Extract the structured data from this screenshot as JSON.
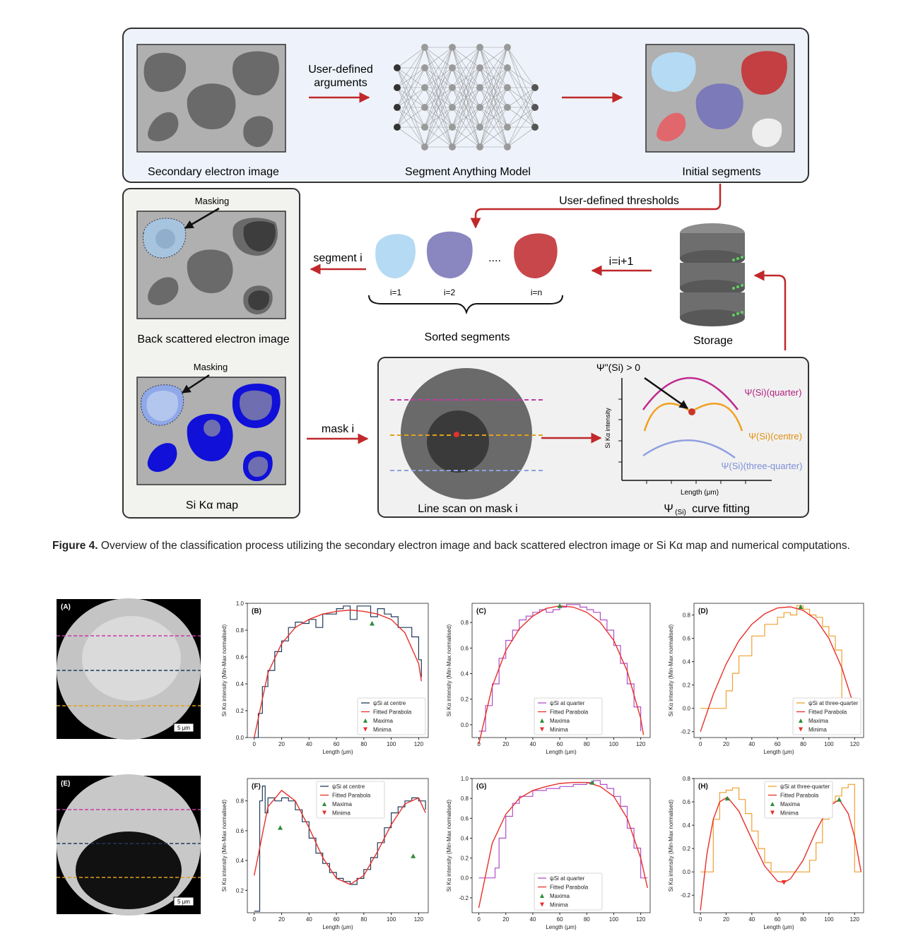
{
  "figure": {
    "boxes": {
      "se_label": "Secondary electron image",
      "sam_label": "Segment Anything Model",
      "initial_label": "Initial segments",
      "args_label_1": "User-defined",
      "args_label_2": "arguments",
      "thresholds_label": "User-defined thresholds",
      "segment_i": "segment i",
      "mask_i": "mask i",
      "iter_label": "i=i+1",
      "sorted_label": "Sorted segments",
      "storage_label": "Storage",
      "masking_1": "Masking",
      "masking_2": "Masking",
      "bse_label": "Back scattered electron image",
      "sika_label": "Si Kα map",
      "seg_idx": [
        "i=1",
        "i=2",
        "i=n"
      ],
      "dots": "....",
      "linescan_label": "Line scan on mask i",
      "curvefit_label": "curve fitting",
      "psi": "Ψ",
      "psi_sub": "(Si)",
      "psi_cond": "Ψ\"(Si) > 0",
      "psi_quarter": "Ψ(Si)(quarter)",
      "psi_centre": "Ψ(Si)(centre)",
      "psi_three": "Ψ(Si)(three-quarter)",
      "si_int": "Si Kα intensity",
      "length": "Length (μm)"
    },
    "caption_bold": "Figure 4.",
    "caption_text": " Overview of the classification process utilizing the secondary electron image and back scattered electron image or Si Kα map and numerical computations."
  },
  "plots": {
    "ylabel": "Si Kα intensity (Min-Max normalised)",
    "xlabel": "Length (μm)",
    "scale_bar": "5 μm",
    "xticks": [
      0,
      20,
      40,
      60,
      80,
      100,
      120
    ],
    "image_labels": [
      "(A)",
      "(E)"
    ],
    "legend_common": [
      "Fitted Parabola",
      "Maxima",
      "Minima"
    ],
    "colors": {
      "centre": "#1f3b5a",
      "quarter": "#b04fc8",
      "three": "#f0a030",
      "fit": "#e8302a",
      "max": "#2e8b3a",
      "min": "#e8302a"
    }
  },
  "chart_data": [
    {
      "type": "line",
      "panel": "(B)",
      "legend": "ψSi at centre",
      "ylim": [
        0,
        1.0
      ],
      "yticks": [
        0.0,
        0.2,
        0.4,
        0.6,
        0.8,
        1.0
      ],
      "series": [
        {
          "name": "ψSi at centre",
          "x": [
            0,
            3,
            6,
            10,
            15,
            20,
            25,
            30,
            35,
            40,
            45,
            50,
            55,
            60,
            65,
            70,
            75,
            80,
            85,
            90,
            95,
            100,
            105,
            110,
            115,
            120,
            122
          ],
          "y": [
            0.0,
            0.18,
            0.38,
            0.5,
            0.64,
            0.72,
            0.82,
            0.86,
            0.85,
            0.88,
            0.82,
            0.92,
            0.92,
            0.96,
            0.98,
            0.88,
            0.98,
            0.98,
            0.9,
            0.96,
            0.92,
            0.9,
            0.82,
            0.82,
            0.75,
            0.58,
            0.45
          ]
        },
        {
          "name": "Fitted Parabola",
          "x": [
            0,
            10,
            20,
            30,
            40,
            50,
            60,
            70,
            80,
            90,
            100,
            110,
            120,
            122
          ],
          "y": [
            0.0,
            0.48,
            0.7,
            0.82,
            0.88,
            0.92,
            0.94,
            0.95,
            0.94,
            0.92,
            0.88,
            0.78,
            0.55,
            0.42
          ]
        }
      ],
      "maxima": [
        [
          86,
          0.85
        ]
      ],
      "minima": []
    },
    {
      "type": "line",
      "panel": "(C)",
      "legend": "ψSi at quarter",
      "ylim": [
        -0.1,
        0.95
      ],
      "yticks": [
        0.0,
        0.2,
        0.4,
        0.6,
        0.8
      ],
      "series": [
        {
          "name": "ψSi at quarter",
          "x": [
            0,
            5,
            10,
            15,
            20,
            25,
            30,
            35,
            40,
            45,
            50,
            55,
            60,
            65,
            70,
            75,
            80,
            85,
            90,
            95,
            100,
            105,
            110,
            115,
            120
          ],
          "y": [
            -0.05,
            0.15,
            0.32,
            0.52,
            0.66,
            0.74,
            0.82,
            0.85,
            0.88,
            0.9,
            0.88,
            0.9,
            0.92,
            0.94,
            0.94,
            0.92,
            0.9,
            0.88,
            0.82,
            0.74,
            0.62,
            0.48,
            0.32,
            0.14,
            -0.05
          ]
        },
        {
          "name": "Fitted Parabola",
          "x": [
            0,
            10,
            20,
            30,
            40,
            50,
            60,
            70,
            80,
            90,
            100,
            110,
            120,
            122
          ],
          "y": [
            -0.15,
            0.3,
            0.58,
            0.75,
            0.85,
            0.91,
            0.93,
            0.92,
            0.88,
            0.8,
            0.66,
            0.42,
            0.05,
            -0.08
          ]
        }
      ],
      "maxima": [
        [
          60,
          0.93
        ]
      ],
      "minima": []
    },
    {
      "type": "line",
      "panel": "(D)",
      "legend": "ψSi at three-quarter",
      "ylim": [
        -0.25,
        0.9
      ],
      "yticks": [
        -0.2,
        0.0,
        0.2,
        0.4,
        0.6,
        0.8
      ],
      "series": [
        {
          "name": "ψSi at three-quarter",
          "x": [
            0,
            10,
            15,
            20,
            25,
            30,
            40,
            50,
            60,
            65,
            70,
            75,
            80,
            85,
            90,
            95,
            100,
            105,
            110,
            115,
            120
          ],
          "y": [
            0.0,
            0.0,
            0.0,
            0.15,
            0.3,
            0.45,
            0.62,
            0.72,
            0.78,
            0.82,
            0.8,
            0.88,
            0.85,
            0.8,
            0.78,
            0.7,
            0.62,
            0.5,
            0.0,
            0.0,
            0.0
          ]
        },
        {
          "name": "Fitted Parabola",
          "x": [
            0,
            10,
            20,
            30,
            40,
            50,
            60,
            70,
            80,
            90,
            100,
            110,
            120
          ],
          "y": [
            -0.2,
            0.12,
            0.38,
            0.58,
            0.72,
            0.81,
            0.86,
            0.87,
            0.84,
            0.76,
            0.6,
            0.35,
            0.0
          ]
        }
      ],
      "maxima": [
        [
          78,
          0.87
        ]
      ],
      "minima": []
    },
    {
      "type": "line",
      "panel": "(F)",
      "legend": "ψSi at centre",
      "ylim": [
        0.05,
        0.95
      ],
      "yticks": [
        0.2,
        0.4,
        0.6,
        0.8
      ],
      "series": [
        {
          "name": "ψSi at centre",
          "x": [
            0,
            2,
            4,
            6,
            8,
            10,
            15,
            20,
            25,
            30,
            35,
            40,
            45,
            50,
            55,
            60,
            65,
            70,
            75,
            80,
            85,
            90,
            95,
            100,
            105,
            110,
            115,
            120,
            125
          ],
          "y": [
            0.06,
            0.06,
            0.8,
            0.9,
            0.72,
            0.82,
            0.8,
            0.82,
            0.8,
            0.74,
            0.66,
            0.55,
            0.45,
            0.38,
            0.32,
            0.28,
            0.26,
            0.24,
            0.28,
            0.34,
            0.42,
            0.52,
            0.62,
            0.72,
            0.76,
            0.8,
            0.82,
            0.8,
            0.74
          ]
        },
        {
          "name": "Fitted Parabola",
          "x": [
            0,
            10,
            20,
            30,
            40,
            50,
            60,
            70,
            80,
            90,
            100,
            110,
            120,
            125
          ],
          "y": [
            0.3,
            0.76,
            0.87,
            0.8,
            0.62,
            0.42,
            0.28,
            0.24,
            0.3,
            0.46,
            0.64,
            0.78,
            0.82,
            0.72
          ]
        }
      ],
      "maxima": [
        [
          19,
          0.62
        ],
        [
          116,
          0.43
        ]
      ],
      "minima": []
    },
    {
      "type": "line",
      "panel": "(G)",
      "legend": "ψSi at quarter",
      "ylim": [
        -0.35,
        1.0
      ],
      "yticks": [
        -0.2,
        0.0,
        0.2,
        0.4,
        0.6,
        0.8,
        1.0
      ],
      "series": [
        {
          "name": "ψSi at quarter",
          "x": [
            0,
            10,
            12,
            15,
            20,
            25,
            30,
            40,
            50,
            60,
            70,
            80,
            85,
            90,
            95,
            100,
            105,
            110,
            115,
            120,
            125
          ],
          "y": [
            0.0,
            0.0,
            0.1,
            0.4,
            0.62,
            0.75,
            0.82,
            0.88,
            0.9,
            0.92,
            0.94,
            0.96,
            0.98,
            0.94,
            0.9,
            0.82,
            0.72,
            0.5,
            0.3,
            0.0,
            0.0
          ]
        },
        {
          "name": "Fitted Parabola",
          "x": [
            0,
            10,
            20,
            30,
            40,
            50,
            60,
            70,
            80,
            90,
            100,
            110,
            120,
            125
          ],
          "y": [
            -0.3,
            0.35,
            0.64,
            0.8,
            0.88,
            0.92,
            0.95,
            0.96,
            0.96,
            0.92,
            0.82,
            0.6,
            0.2,
            -0.1
          ]
        }
      ],
      "maxima": [
        [
          84,
          0.96
        ]
      ],
      "minima": []
    },
    {
      "type": "line",
      "panel": "(H)",
      "legend": "ψSi at three-quarter",
      "ylim": [
        -0.35,
        0.8
      ],
      "yticks": [
        -0.2,
        0.0,
        0.2,
        0.4,
        0.6,
        0.8
      ],
      "series": [
        {
          "name": "ψSi at three-quarter",
          "x": [
            0,
            8,
            10,
            15,
            20,
            25,
            30,
            35,
            40,
            45,
            50,
            55,
            60,
            65,
            70,
            75,
            80,
            85,
            90,
            95,
            100,
            105,
            110,
            115,
            120,
            125
          ],
          "y": [
            0.0,
            0.0,
            0.45,
            0.68,
            0.7,
            0.72,
            0.62,
            0.5,
            0.35,
            0.2,
            0.08,
            0.0,
            0.0,
            0.0,
            0.0,
            0.0,
            0.0,
            0.1,
            0.25,
            0.45,
            0.6,
            0.65,
            0.72,
            0.75,
            0.0,
            0.0
          ]
        },
        {
          "name": "Fitted Parabola",
          "x": [
            0,
            5,
            10,
            15,
            21,
            30,
            40,
            50,
            60,
            65,
            70,
            80,
            90,
            100,
            108,
            115,
            120,
            125
          ],
          "y": [
            -0.33,
            0.15,
            0.45,
            0.6,
            0.64,
            0.52,
            0.28,
            0.05,
            -0.08,
            -0.09,
            -0.06,
            0.1,
            0.35,
            0.56,
            0.62,
            0.5,
            0.3,
            0.0
          ]
        }
      ],
      "maxima": [
        [
          21,
          0.63
        ],
        [
          108,
          0.62
        ]
      ],
      "minima": [
        [
          65,
          -0.09
        ]
      ]
    }
  ]
}
